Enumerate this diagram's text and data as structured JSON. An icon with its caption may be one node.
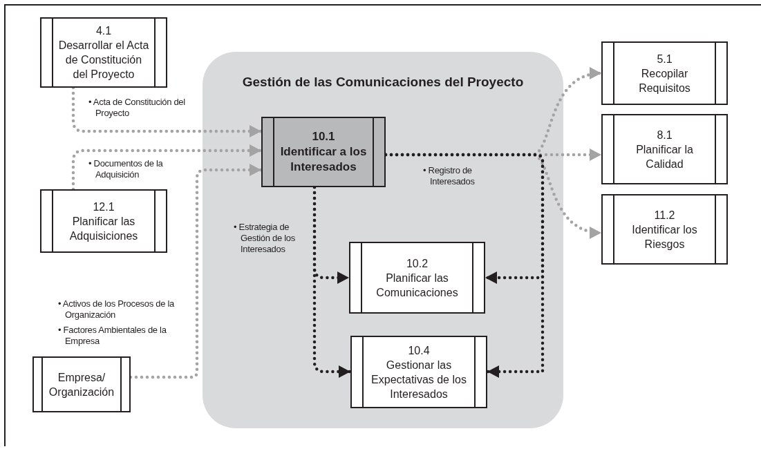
{
  "diagram": {
    "nodes": [
      {
        "text": [
          "Gestión de las Comunicaciones del Proyecto"
        ]
      },
      {
        "text": [
          "4.1",
          "Desarrollar el Acta de Constitución del Proyecto"
        ]
      },
      {
        "text": [
          "12.1",
          "Planificar las Adquisiciones"
        ]
      },
      {
        "text": [
          "Empresa/ Organización"
        ]
      },
      {
        "text": [
          "10.1",
          "Identificar a los Interesados"
        ],
        "in": 0
      },
      {
        "text": [
          "10.2",
          "Planificar las Comunicaciones"
        ],
        "in": 0
      },
      {
        "text": [
          "10.4",
          "Gestionar las Expectativas de los Interesados"
        ],
        "in": 0
      },
      {
        "text": [
          "5.1",
          "Recopilar Requisitos"
        ]
      },
      {
        "text": [
          "8.1",
          "Planificar la Calidad"
        ]
      },
      {
        "text": [
          "11.2",
          "Identificar los Riesgos"
        ]
      }
    ],
    "edges": [
      {
        "from": 1,
        "to": 4,
        "arrow": "to",
        "label": "• Acta de Constitución del Proyecto"
      },
      {
        "from": 2,
        "to": 4,
        "arrow": "to",
        "label": "• Documentos de la Adquisición"
      },
      {
        "from": 3,
        "to": 4,
        "arrow": "to",
        "label": "• Activos de los Procesos de la Organización"
      },
      {
        "from": 4,
        "to": 7,
        "arrow": "to",
        "label": "• Registro de Interesados"
      },
      {
        "from": 4,
        "to": 8,
        "arrow": "to"
      },
      {
        "from": 4,
        "to": 9,
        "arrow": "to"
      },
      {
        "from": 4,
        "to": 5,
        "arrow": "to",
        "color": "#231f20",
        "label": "• Estrategia de Gestión de los Interesados"
      },
      {
        "from": 4,
        "to": 6,
        "arrow": "to",
        "color": "#231f20"
      },
      {
        "from": 4,
        "to": 5,
        "arrow": "to",
        "color": "#231f20"
      },
      {
        "from": 4,
        "to": 6,
        "arrow": "to",
        "color": "#231f20"
      }
    ],
    "labels": [
      "• Factores Ambientales de la Empresa"
    ]
  }
}
